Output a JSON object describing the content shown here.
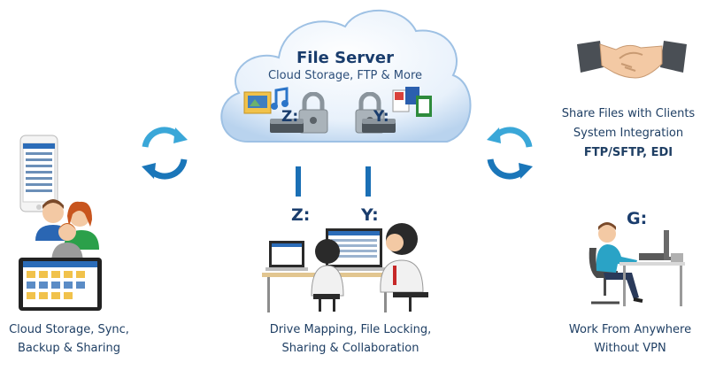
{
  "server": {
    "title": "File Server",
    "subtitle": "Cloud Storage, FTP & More",
    "drive_z": "Z:",
    "drive_y": "Y:"
  },
  "center": {
    "drive_z": "Z:",
    "drive_y": "Y:",
    "caption_line1": "Drive Mapping, File Locking,",
    "caption_line2": "Sharing & Collaboration"
  },
  "left": {
    "caption_line1": "Cloud Storage, Sync,",
    "caption_line2": "Backup & Sharing"
  },
  "right_top": {
    "line1": "Share Files with Clients",
    "line2": "System Integration",
    "line3": "FTP/SFTP, EDI"
  },
  "right_bottom": {
    "drive_g": "G:",
    "caption_line1": "Work From Anywhere",
    "caption_line2": "Without VPN"
  },
  "colors": {
    "text": "#1f3f64",
    "connector": "#1a6fb5",
    "sync_arrow": "#3aa7d8",
    "cloud": "#d3e4f5"
  },
  "icons": [
    "cloud-icon",
    "lock-icon",
    "sync-arrows-icon",
    "handshake-icon",
    "laptop-icon",
    "tablet-icon",
    "phone-icon",
    "person-icon",
    "desk-icon"
  ]
}
